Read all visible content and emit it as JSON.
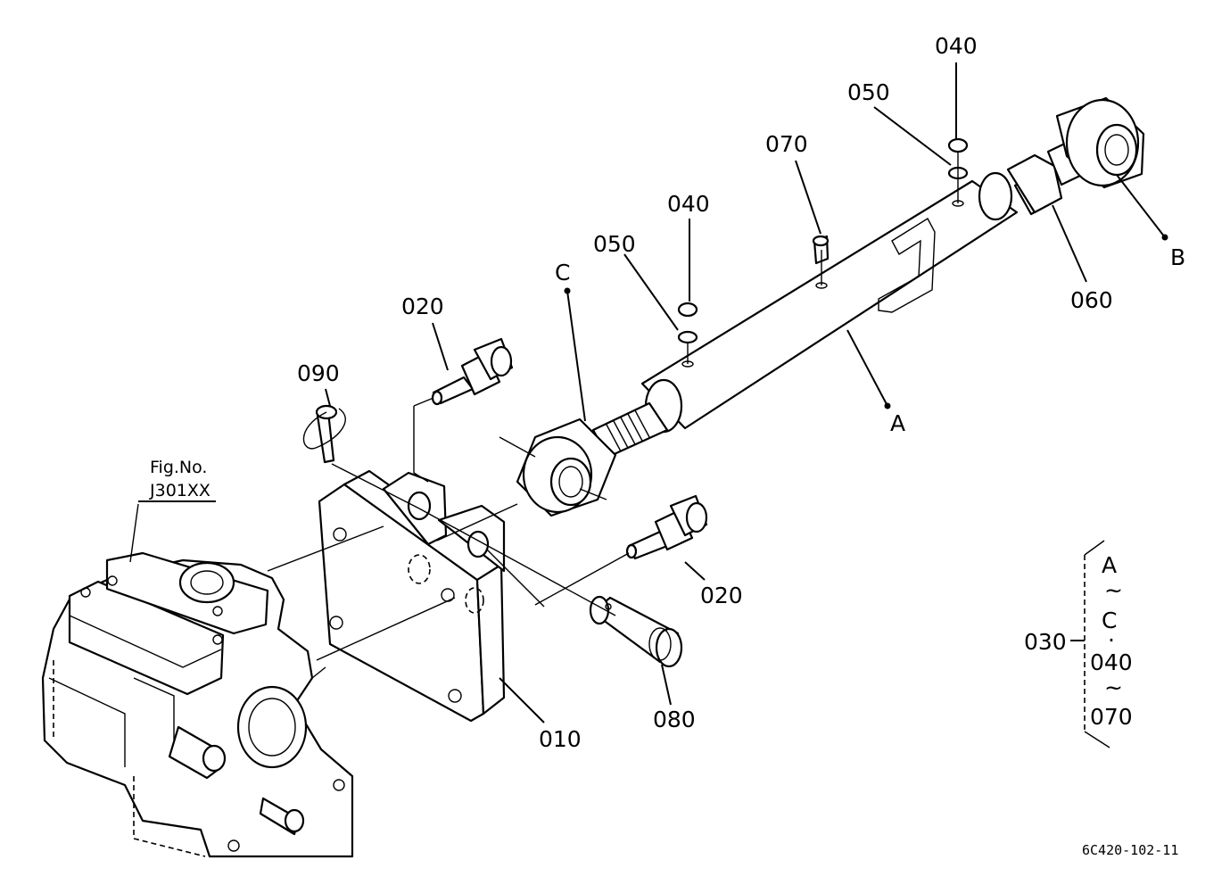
{
  "figure": {
    "fig_ref_label": "Fig.No.",
    "fig_ref_number": "J301XX",
    "drawing_code": "6C420-102-11"
  },
  "parts": {
    "p010": "010",
    "p020_upper": "020",
    "p020_lower": "020",
    "p030": "030",
    "p040_left": "040",
    "p040_right": "040",
    "p050_left": "050",
    "p050_right": "050",
    "p060": "060",
    "p070": "070",
    "p080": "080",
    "p090": "090"
  },
  "points": {
    "a": "A",
    "b": "B",
    "c": "C"
  },
  "legend_030": {
    "line1": "A",
    "line2": "~",
    "line3": "C",
    "line4": "·",
    "line5": "040",
    "line6": "~",
    "line7": "070"
  }
}
